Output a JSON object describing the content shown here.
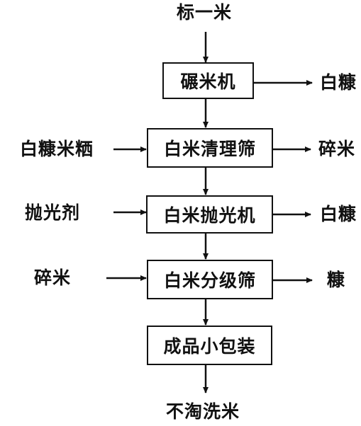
{
  "input": "标一米",
  "output": "不淘洗米",
  "steps": [
    {
      "label": "碾米机",
      "left_input": "",
      "right_output": "白糠"
    },
    {
      "label": "白米清理筛",
      "left_input": "白糠米粞",
      "right_output": "碎米"
    },
    {
      "label": "白米抛光机",
      "left_input": "抛光剂",
      "right_output": "白糠"
    },
    {
      "label": "白米分级筛",
      "left_input": "碎米",
      "right_output": "糠"
    },
    {
      "label": "成品小包装",
      "left_input": "",
      "right_output": ""
    }
  ]
}
